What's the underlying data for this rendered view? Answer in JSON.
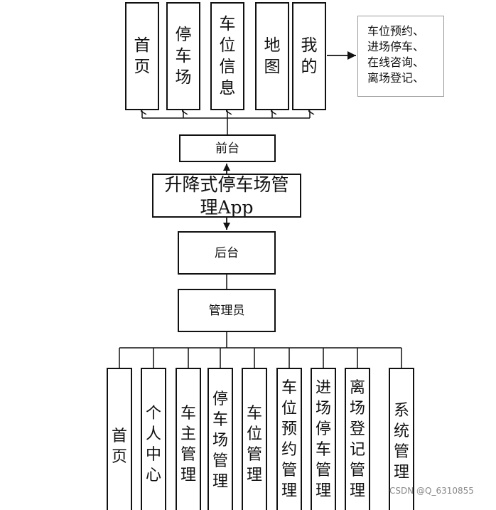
{
  "top_modules": [
    {
      "id": "home",
      "label": "首页"
    },
    {
      "id": "parking",
      "label": "停车场"
    },
    {
      "id": "spot-info",
      "label": "车位信息"
    },
    {
      "id": "map",
      "label": "地图"
    },
    {
      "id": "mine",
      "label": "我的"
    }
  ],
  "note": {
    "lines": [
      "车位预约、",
      "进场停车、",
      "在线咨询、",
      "离场登记、"
    ]
  },
  "frontend": {
    "label": "前台"
  },
  "app": {
    "label": "升降式停车场管理App"
  },
  "backend": {
    "label": "后台"
  },
  "admin": {
    "label": "管理员"
  },
  "bottom_modules": [
    {
      "id": "home",
      "label": "首页"
    },
    {
      "id": "personal-center",
      "label": "个人中心"
    },
    {
      "id": "owner-mgmt",
      "label": "车主管理"
    },
    {
      "id": "parking-mgmt",
      "label": "停车场管理"
    },
    {
      "id": "spot-mgmt",
      "label": "车位管理"
    },
    {
      "id": "reservation-mgmt",
      "label": "车位预约管理"
    },
    {
      "id": "entry-mgmt",
      "label": "进场停车管理"
    },
    {
      "id": "exit-mgmt",
      "label": "离场登记管理"
    },
    {
      "id": "system-mgmt",
      "label": "系统管理"
    }
  ],
  "watermark": "CSDN @Q_6310855"
}
